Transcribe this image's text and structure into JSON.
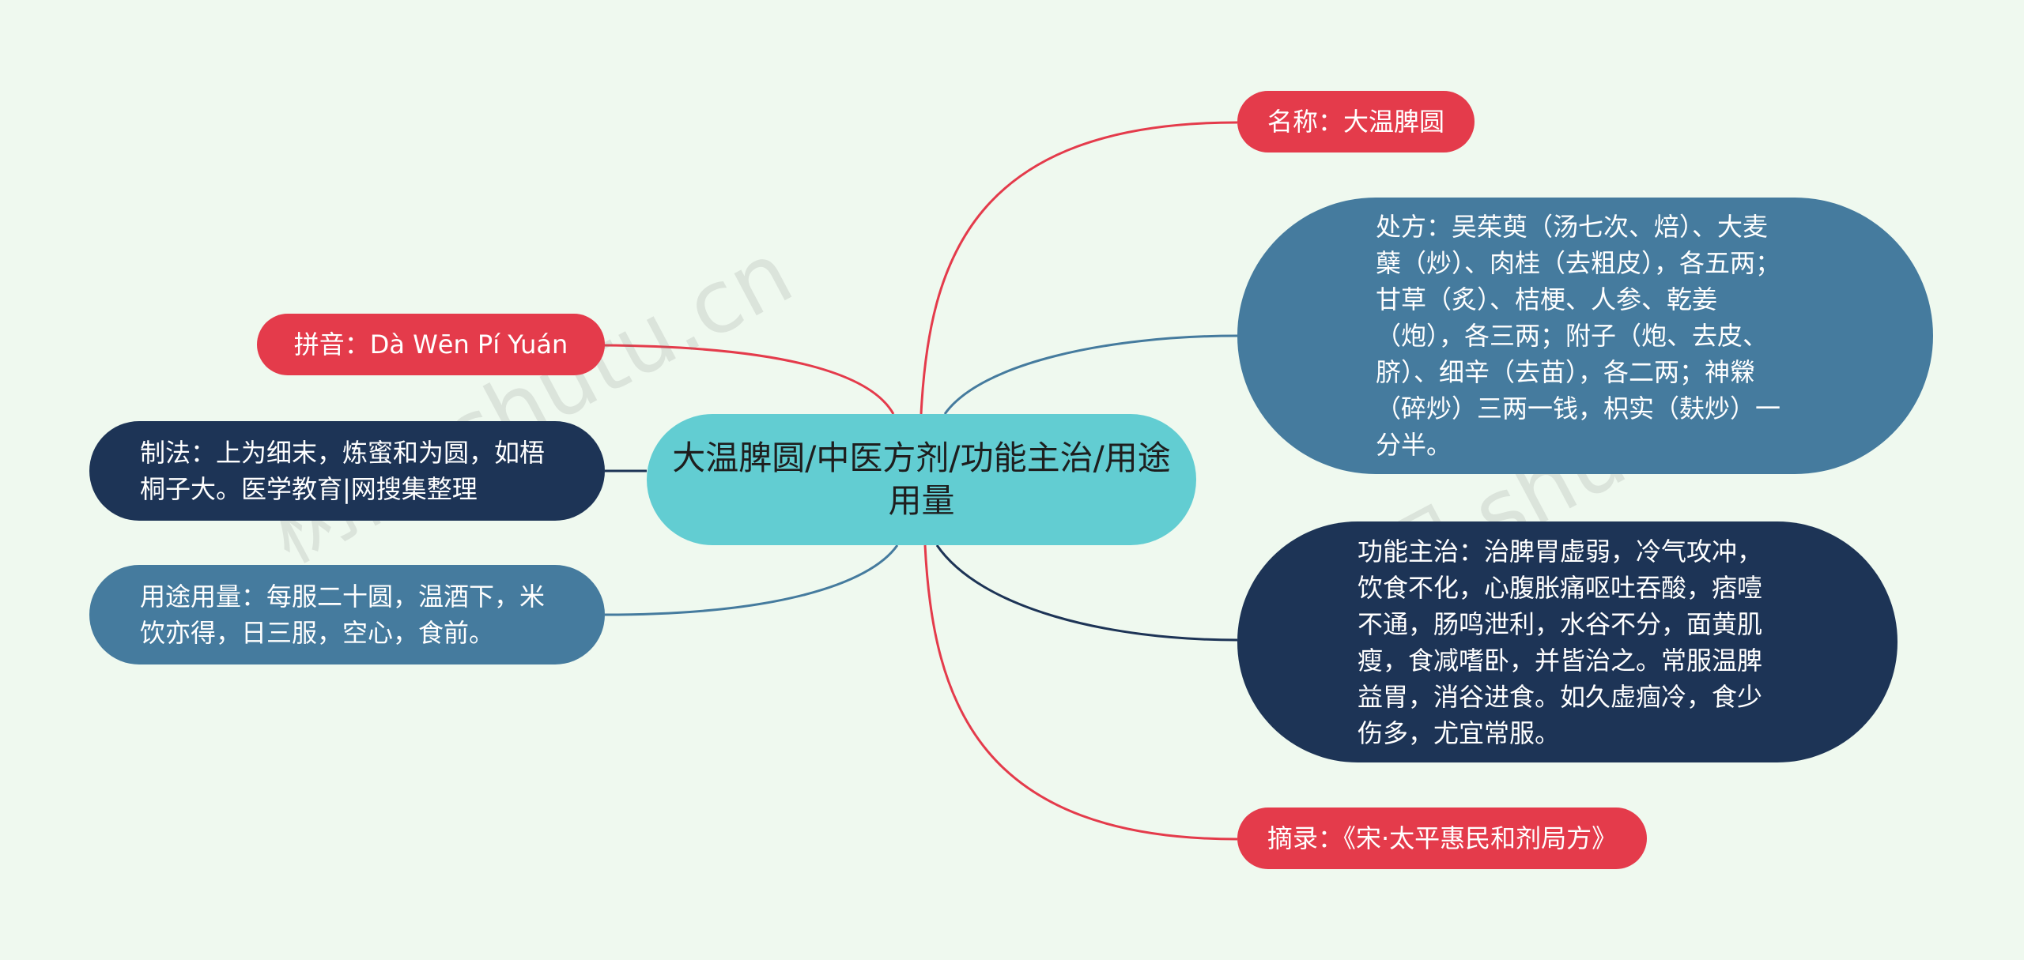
{
  "center": {
    "title": "大温脾圆/中医方剂/功能主治/用途用量"
  },
  "right_nodes": {
    "name": "名称：大温脾圆",
    "prescription": "处方：吴茱萸（汤七次、焙）、大麦蘖（炒）、肉桂（去粗皮），各五两；甘草（炙）、桔梗、人参、乾姜（炮），各三两；附子（炮、去皮、脐）、细辛（去苗），各二两；神檾（碎炒）三两一钱，枳实（麸炒）一分半。",
    "function": "功能主治：治脾胃虚弱，冷气攻冲，饮食不化，心腹胀痛呕吐吞酸，痞噎不通，肠鸣泄利，水谷不分，面黄肌瘦，食减嗜卧，并皆治之。常服温脾益胃，消谷进食。如久虚痼冷，食少伤多，尤宜常服。",
    "source": "摘录：《宋·太平惠民和剂局方》"
  },
  "left_nodes": {
    "pinyin": "拼音：Dà Wēn Pí Yuán",
    "method": "制法：上为细末，炼蜜和为圆，如梧桐子大。医学教育|网搜集整理",
    "usage": "用途用量：每服二十圆，温酒下，米饮亦得，日三服，空心，食前。"
  },
  "watermark": "树图 shutu.cn",
  "colors": {
    "background": "#eff9ef",
    "center": "#62cdd2",
    "red": "#e43b4b",
    "steel_blue": "#457b9e",
    "navy": "#1d3456"
  }
}
